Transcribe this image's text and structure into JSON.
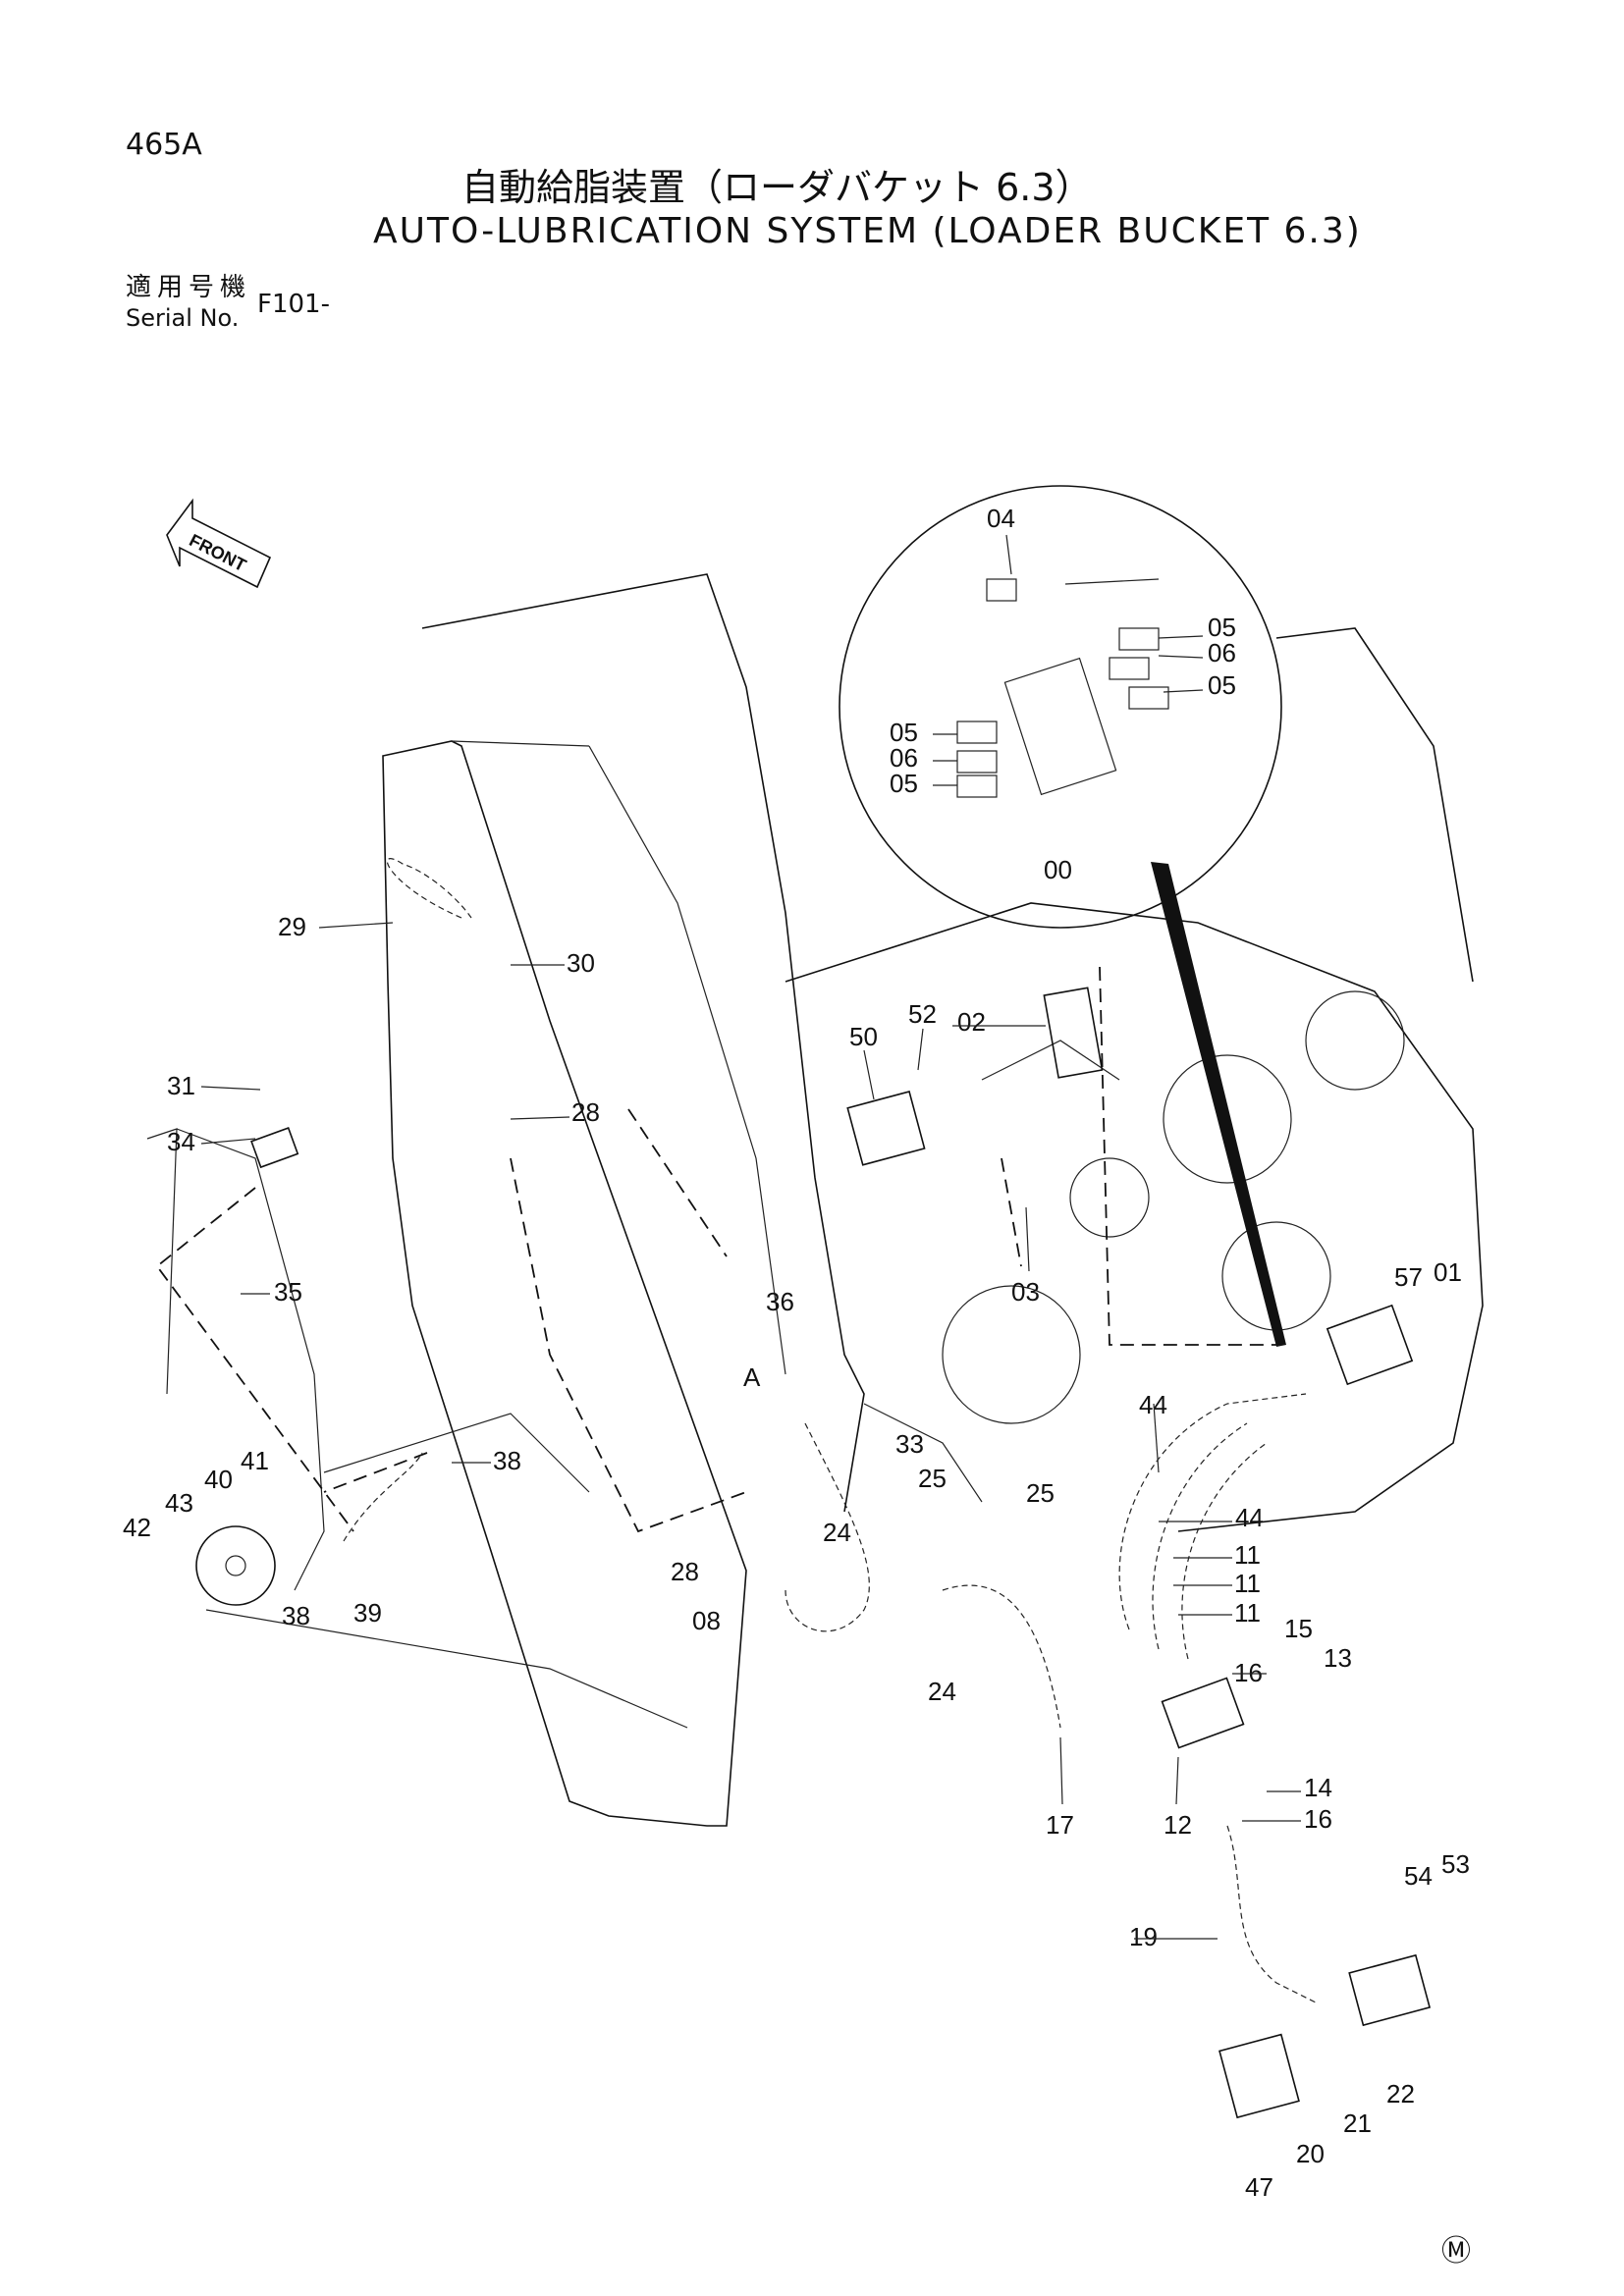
{
  "header": {
    "page_code": "465A",
    "title_jp": "自動給脂装置（ローダバケット 6.3）",
    "title_en": "AUTO-LUBRICATION SYSTEM (LOADER BUCKET 6.3)",
    "serial_label_jp": "適用号機",
    "serial_label_en": "Serial No.",
    "serial_value": "F101-"
  },
  "diagram": {
    "front_label": "FRONT",
    "view_marker": "A",
    "part_labels": [
      "04",
      "05",
      "06",
      "05",
      "05",
      "06",
      "05",
      "00",
      "29",
      "30",
      "31",
      "34",
      "35",
      "28",
      "50",
      "52",
      "02",
      "03",
      "57",
      "01",
      "36",
      "33",
      "25",
      "25",
      "44",
      "44",
      "11",
      "11",
      "11",
      "38",
      "40",
      "41",
      "43",
      "42",
      "38",
      "39",
      "28",
      "08",
      "24",
      "24",
      "15",
      "13",
      "16",
      "14",
      "16",
      "17",
      "12",
      "54",
      "53",
      "19",
      "22",
      "21",
      "20",
      "47"
    ]
  },
  "footer": {
    "mark": "Ⓜ"
  }
}
